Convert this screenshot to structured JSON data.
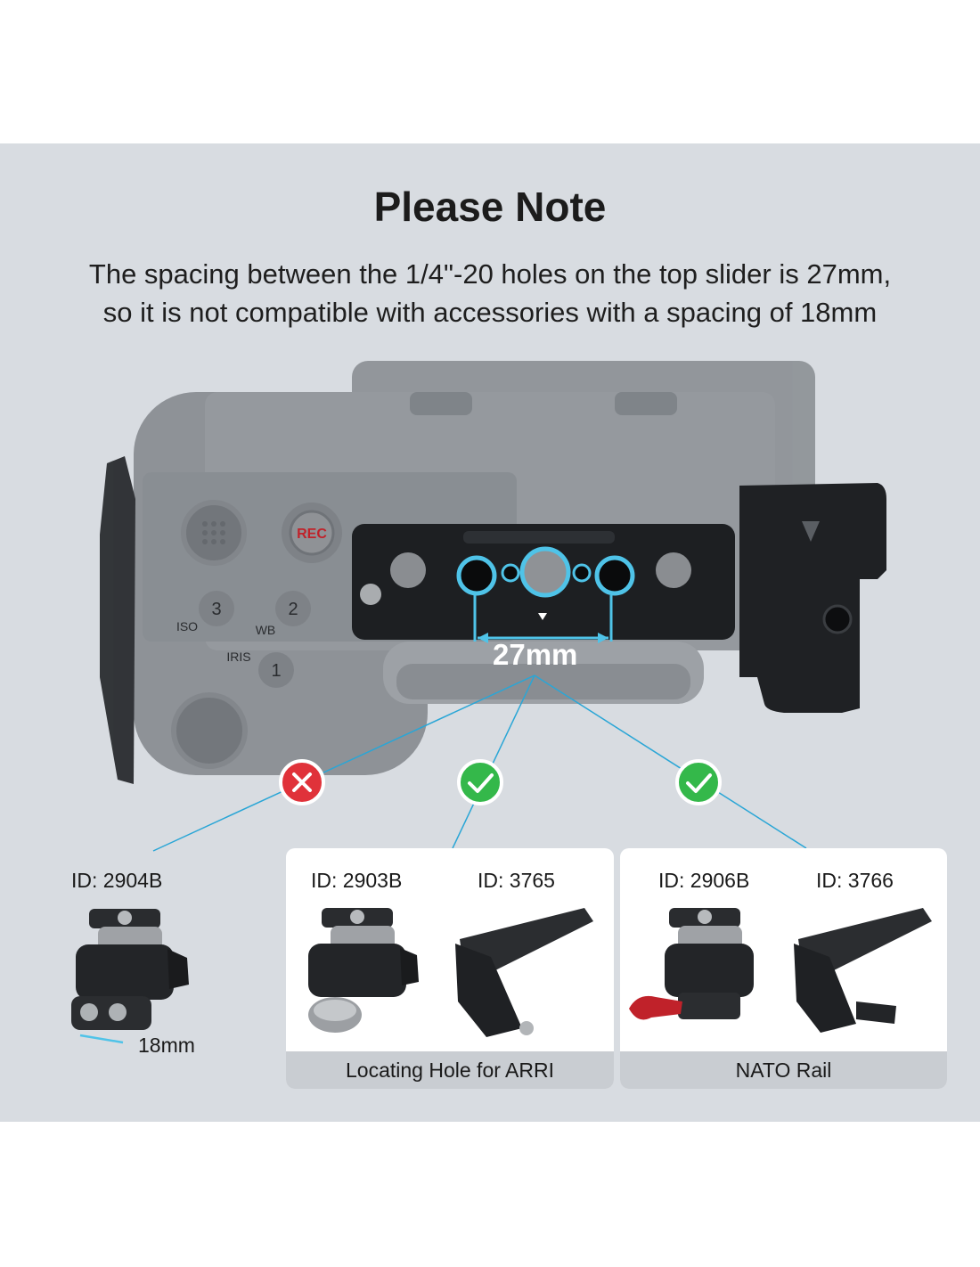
{
  "heading": {
    "title": "Please Note",
    "line1": "The spacing between the 1/4\"-20 holes on the top slider is 27mm,",
    "line2": "so it is not compatible with accessories with a spacing of 18mm"
  },
  "camera": {
    "measurement": "27mm",
    "button_rec": "REC",
    "button_1": "1",
    "button_2": "2",
    "button_3": "3",
    "label_iris": "IRIS",
    "label_wb": "WB",
    "label_iso": "ISO"
  },
  "accessories": {
    "incompatible": {
      "id": "ID: 2904B",
      "spacing": "18mm",
      "status": "incompatible"
    },
    "group_arri": {
      "left_id": "ID: 2903B",
      "right_id": "ID: 3765",
      "caption": "Locating Hole for ARRI",
      "status": "compatible"
    },
    "group_nato": {
      "left_id": "ID: 2906B",
      "right_id": "ID: 3766",
      "caption": "NATO Rail",
      "status": "compatible"
    }
  },
  "colors": {
    "panel": "#d8dce1",
    "cross": "#e0323a",
    "check": "#34b84a",
    "accent_line": "#2aa6d6",
    "red_knob": "#c0222a"
  },
  "icons": [
    "cross-icon",
    "check-icon"
  ]
}
